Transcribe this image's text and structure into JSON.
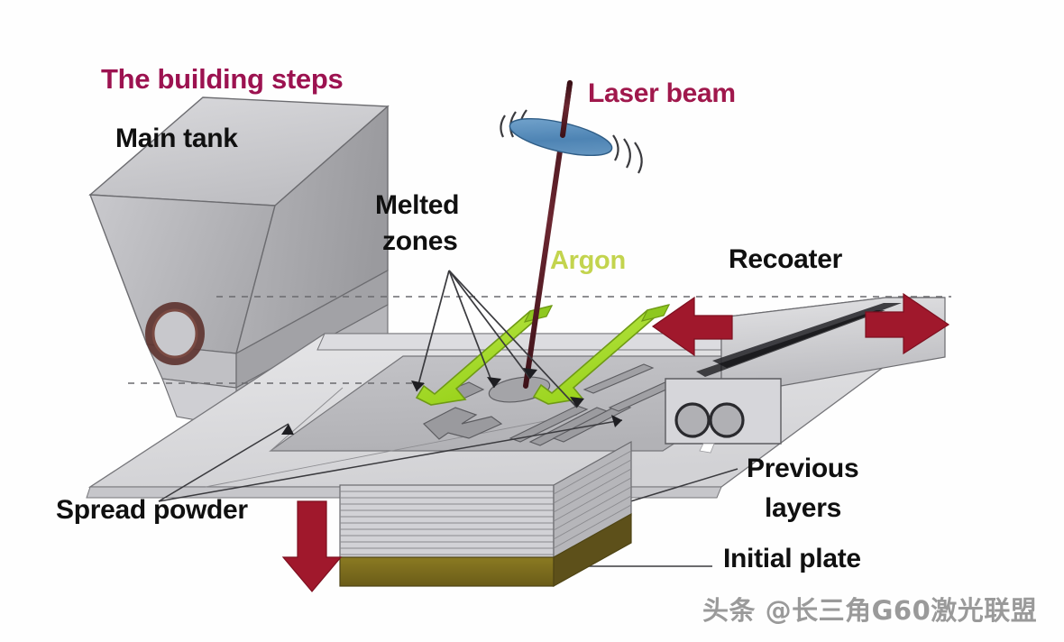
{
  "figure": {
    "title": "The building steps",
    "title_color": "#9c1250",
    "background": "#ffffff",
    "subject": "Selective laser melting (SLM) powder bed fusion machine schematic"
  },
  "labels": {
    "title": "The building steps",
    "main_tank": "Main tank",
    "laser_beam": "Laser beam",
    "melted_zones_line1": "Melted",
    "melted_zones_line2": "zones",
    "argon": "Argon",
    "recoater": "Recoater",
    "spread_powder": "Spread powder",
    "previous_layers_line1": "Previous",
    "previous_layers_line2": "layers",
    "initial_plate": "Initial plate"
  },
  "watermark": {
    "text": "头条 @长三角G60激光联盟",
    "color": "#9a9a9a"
  },
  "colors": {
    "title_magenta": "#9c1250",
    "laser_label_magenta": "#a0184c",
    "label_black": "#101010",
    "argon_green_text": "#c3d44e",
    "argon_arrow_green": "#a8dc2e",
    "argon_arrow_green_dark": "#7fae1c",
    "dark_red_arrow": "#a0182c",
    "dark_red_arrow_shade": "#7d1020",
    "metal_light": "#e4e4e6",
    "metal_mid": "#cccccf",
    "metal_dark": "#a8a8ac",
    "metal_darker": "#8e8e92",
    "beam_maroon": "#4a1620",
    "lens_blue": "#5b8fbc",
    "lens_blue_dark": "#3d6f9c",
    "initial_plate_olive": "#7a6a1e",
    "initial_plate_olive_dark": "#5d501a",
    "nozzle_brown": "#5e3430",
    "outline": "#555558"
  },
  "components": [
    {
      "id": "main-tank",
      "label": "Main tank",
      "kind": "hopper",
      "note": "gray 3D funnel with round nozzle"
    },
    {
      "id": "laser-beam",
      "label": "Laser beam",
      "kind": "beam",
      "note": "maroon beam line through blue scanning lens"
    },
    {
      "id": "scanning-lens",
      "label": "",
      "kind": "lens",
      "note": "tilted blue ellipse with motion arcs on both sides"
    },
    {
      "id": "melted-zones",
      "label": "Melted zones",
      "kind": "geometry",
      "note": "gray melted cross, oval and stripe shapes on bed"
    },
    {
      "id": "argon-flow",
      "label": "Argon",
      "kind": "gas-arrow",
      "note": "two bright green 3D arrows over the bed"
    },
    {
      "id": "recoater",
      "label": "Recoater",
      "kind": "blade",
      "note": "gray bar with diagonal stripe and twin rollers"
    },
    {
      "id": "recoater-travel",
      "label": "",
      "kind": "double-arrow",
      "note": "dark red arrows left and right"
    },
    {
      "id": "spread-powder",
      "label": "Spread powder",
      "kind": "bed",
      "note": "large flat gray powder bed platform"
    },
    {
      "id": "build-descend",
      "label": "",
      "kind": "down-arrow",
      "note": "dark red downward arrow"
    },
    {
      "id": "previous-layers",
      "label": "Previous layers",
      "kind": "stack",
      "note": "stack of thin horizontal gray layers"
    },
    {
      "id": "initial-plate",
      "label": "Initial plate",
      "kind": "plate",
      "note": "dark olive base plate"
    }
  ]
}
